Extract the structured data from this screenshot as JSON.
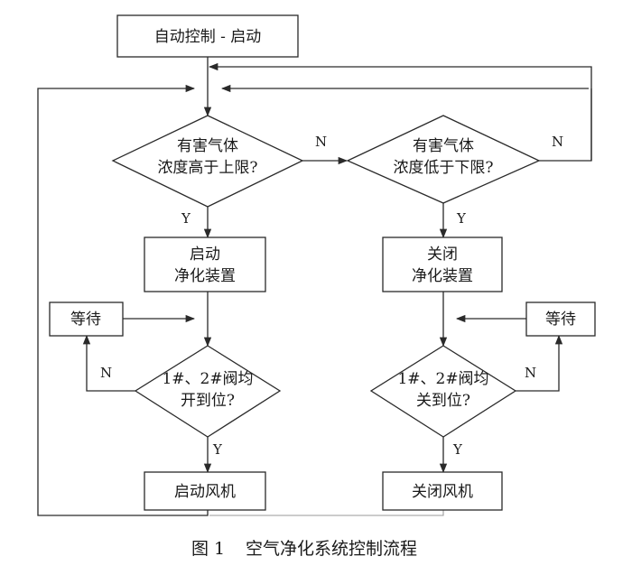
{
  "nodes": {
    "start": "自动控制 - 启动",
    "check_high_l1": "有害气体",
    "check_high_l2": "浓度高于上限?",
    "check_low_l1": "有害气体",
    "check_low_l2": "浓度低于下限?",
    "start_purifier_l1": "启动",
    "start_purifier_l2": "净化装置",
    "close_purifier_l1": "关闭",
    "close_purifier_l2": "净化装置",
    "wait_left": "等待",
    "wait_right": "等待",
    "valve_open_l1": "1#、2#阀均",
    "valve_open_l2": "开到位?",
    "valve_close_l1": "1#、2#阀均",
    "valve_close_l2": "关到位?",
    "start_fan": "启动风机",
    "close_fan": "关闭风机"
  },
  "edge_labels": {
    "yes": "Y",
    "no": "N"
  },
  "caption": {
    "figure_no": "图 1",
    "title": "空气净化系统控制流程"
  }
}
